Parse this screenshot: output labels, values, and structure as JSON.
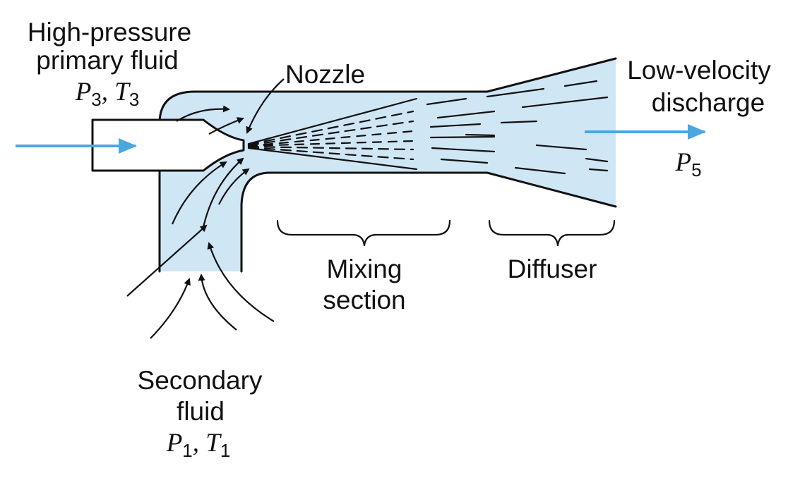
{
  "labels": {
    "primary_line1": "High-pressure",
    "primary_line2": "primary fluid",
    "primary_p": "P",
    "primary_p_sub": "3",
    "primary_t": "T",
    "primary_t_sub": "3",
    "nozzle": "Nozzle",
    "discharge_line1": "Low-velocity",
    "discharge_line2": "discharge",
    "discharge_p": "P",
    "discharge_p_sub": "5",
    "mixing_line1": "Mixing",
    "mixing_line2": "section",
    "diffuser": "Diffuser",
    "secondary_line1": "Secondary",
    "secondary_line2": "fluid",
    "secondary_p": "P",
    "secondary_p_sub": "1",
    "secondary_t": "T",
    "secondary_t_sub": "1"
  },
  "colors": {
    "fluid_fill": "#cfe6f5",
    "flow_arrow": "#4aa7e0",
    "ink": "#111111"
  }
}
